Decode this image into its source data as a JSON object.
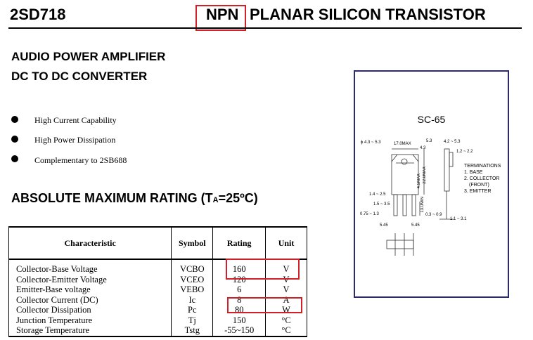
{
  "header": {
    "part_number": "2SD718",
    "type_highlight": "NPN",
    "type_rest": "PLANAR SILICON TRANSISTOR"
  },
  "applications": [
    "AUDIO POWER AMPLIFIER",
    "DC TO DC CONVERTER"
  ],
  "features": [
    "High Current Capability",
    "High Power Dissipation",
    "Complementary to 2SB688"
  ],
  "ratings_title": {
    "prefix": "ABSOLUTE MAXIMUM RATING (T",
    "sub": "A",
    "suffix": "=25ºC)"
  },
  "table": {
    "headers": [
      "Characteristic",
      "Symbol",
      "Rating",
      "Unit"
    ],
    "rows": [
      {
        "characteristic": "Collector-Base Voltage",
        "symbol": "VCBO",
        "rating": "160",
        "unit": "V"
      },
      {
        "characteristic": "Collector-Emitter Voltage",
        "symbol": "VCEO",
        "rating": "120",
        "unit": "V"
      },
      {
        "characteristic": "Emitter-Base voltage",
        "symbol": "VEBO",
        "rating": "6",
        "unit": "V"
      },
      {
        "characteristic": "Collector Current (DC)",
        "symbol": "Ic",
        "rating": "8",
        "unit": "A"
      },
      {
        "characteristic": "Collector Dissipation",
        "symbol": "Pc",
        "rating": "80",
        "unit": "W"
      },
      {
        "characteristic": "Junction Temperature",
        "symbol": "Tj",
        "rating": "150",
        "unit": "°C"
      },
      {
        "characteristic": "Storage Temperature",
        "symbol": "Tstg",
        "rating": "-55~150",
        "unit": "°C"
      }
    ]
  },
  "package": {
    "name": "SC-65",
    "dims": {
      "hole": "ϕ 4.3 ~ 5.3",
      "width": "17.0MAX",
      "d53": "5.3",
      "d43": "4.3",
      "h22": "22.0MAX",
      "h45": "4.5MAX",
      "lead": "13.0MIN",
      "d14": "1.4 ~ 2.5",
      "d15": "1.5 ~ 3.5",
      "d075": "0.75 ~ 1.3",
      "p1": "5.45",
      "p2": "5.45",
      "t42": "4.2 ~ 5.3",
      "t12": "1.2 ~ 2.2",
      "t03": "0.3 ~ 0.9",
      "t11": "1.1 ~ 3.1"
    },
    "terminations": [
      "TERMINATIONS",
      "1. BASE",
      "2. COLLECTOR",
      "(FRONT)",
      "3. EMITTER"
    ]
  },
  "colors": {
    "highlight": "#d0202a",
    "frame": "#2b2b6b"
  }
}
